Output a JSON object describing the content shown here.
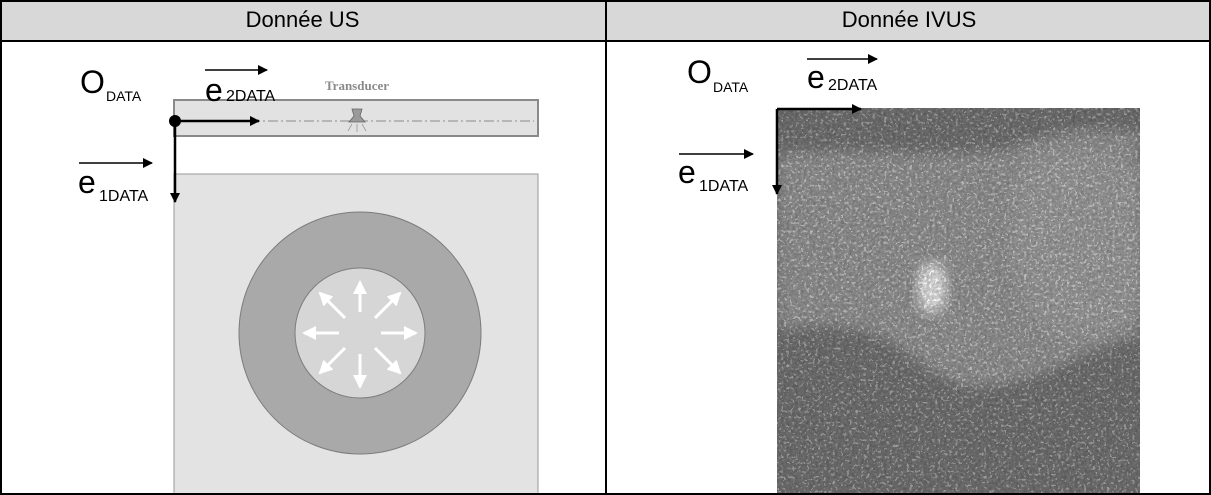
{
  "headers": {
    "us": "Donnée US",
    "ivus": "Donnée IVUS"
  },
  "us_panel": {
    "origin_main": "O",
    "origin_sub": "DATA",
    "e2_main": "e",
    "e2_sub": "2DATA",
    "e1_main": "e",
    "e1_sub": "1DATA",
    "transducer_label": "Transducer"
  },
  "ivus_panel": {
    "origin_main": "O",
    "origin_sub": "DATA",
    "e2_main": "e",
    "e2_sub": "2DATA",
    "e1_main": "e",
    "e1_sub": "1DATA"
  },
  "colors": {
    "header_bg": "#d8d8d8",
    "phantom_bg": "#e3e3e3",
    "ring": "#a9a9a9",
    "lumen": "#d6d6d6",
    "ivus_bg": "#7a7a7a"
  }
}
